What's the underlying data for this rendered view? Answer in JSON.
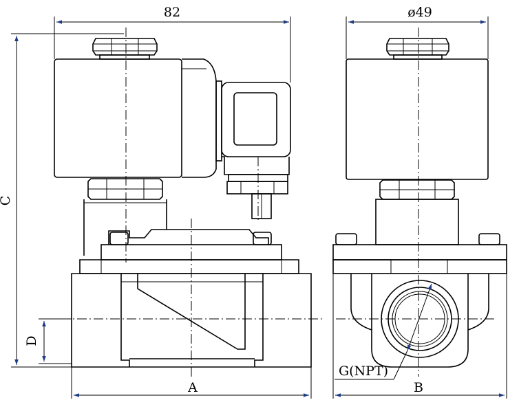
{
  "dimensions": {
    "width_label": "82",
    "diameter_label": "ø49",
    "height_label": "C",
    "port_height_label": "D",
    "length_label": "A",
    "depth_label": "B",
    "thread_label": "G(NPT)"
  },
  "colors": {
    "line": "#000000",
    "arrow": "#1d3b86",
    "background": "#ffffff"
  }
}
